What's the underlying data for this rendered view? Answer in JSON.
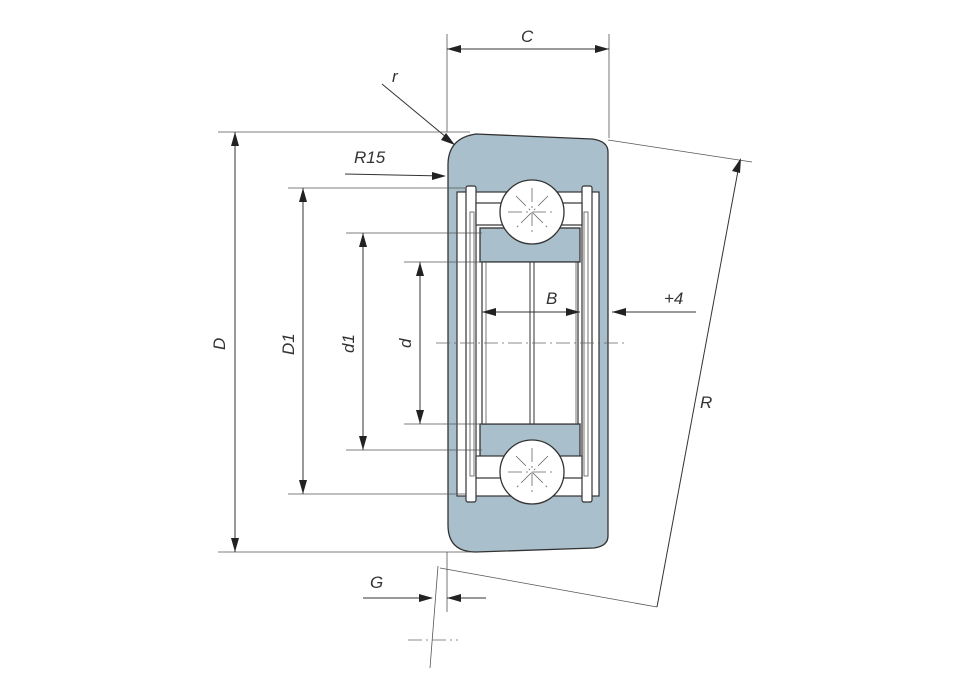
{
  "labels": {
    "C": "C",
    "r": "r",
    "R15": "R15",
    "D": "D",
    "D1": "D1",
    "d1": "d1",
    "d": "d",
    "B": "B",
    "plus4": "+4",
    "R": "R",
    "G": "G"
  },
  "colors": {
    "steel": "#a9bfcb",
    "line": "#333333"
  }
}
